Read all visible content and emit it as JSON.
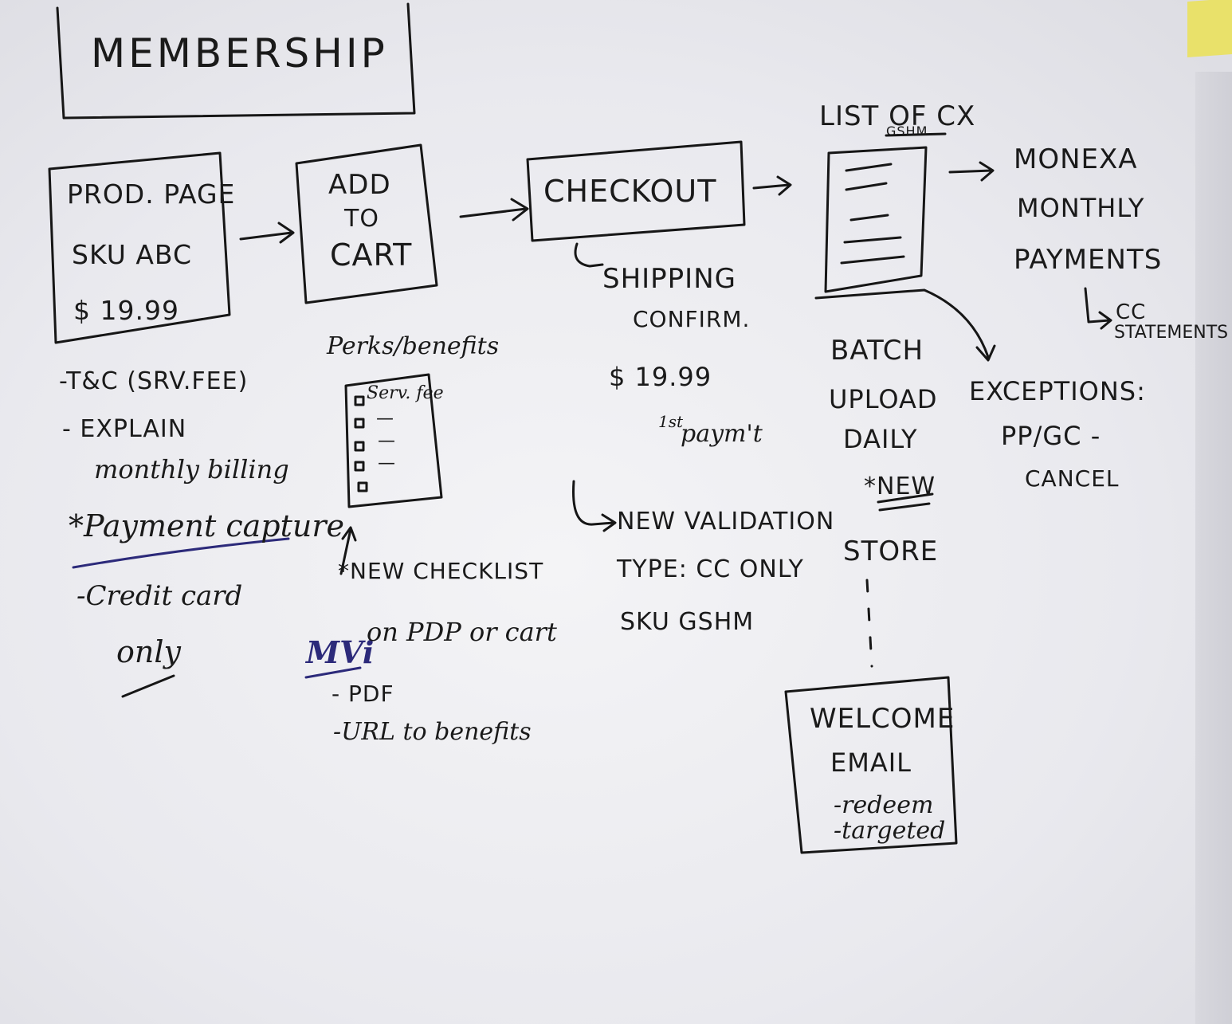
{
  "title": "MEMBERSHIP",
  "prod_page": {
    "line1": "PROD. PAGE",
    "line2": "SKU ABC",
    "line3": "$ 19.99"
  },
  "prod_notes": {
    "tc": "-T&C (SRV.FEE)",
    "explain": "- EXPLAIN",
    "billing": "monthly billing",
    "payment_capture": "*Payment capture",
    "credit_card": "-Credit card",
    "only": "only"
  },
  "add_to_cart": {
    "line1": "ADD",
    "line2": "TO",
    "line3": "CART"
  },
  "perks": {
    "heading": "Perks/benefits",
    "checklist": [
      "Serv. fee",
      "—",
      "—",
      "—",
      ""
    ],
    "new_checklist": "*NEW CHECKLIST",
    "mvi_label": "MVi",
    "mvi_rest": "on PDP or cart",
    "pdf": "- PDF",
    "url": "-URL to benefits"
  },
  "checkout": {
    "label": "CHECKOUT",
    "shipping": "SHIPPING",
    "confirm": "CONFIRM.",
    "price": "$ 19.99",
    "first_payment_sup": "1st",
    "first_payment": "paym't",
    "new_validation": "NEW VALIDATION",
    "type": "TYPE: CC ONLY",
    "sku": "SKU GSHM"
  },
  "list_of_cx": {
    "label": "LIST OF CX",
    "sub": "GSHM"
  },
  "batch": {
    "line1": "BATCH",
    "line2": "UPLOAD",
    "line3": "DAILY",
    "new": "*NEW",
    "store": "STORE"
  },
  "welcome": {
    "line1": "WELCOME",
    "line2": "EMAIL",
    "redeem": "-redeem",
    "targeted": "-targeted"
  },
  "monexa": {
    "line1": "MONEXA",
    "line2": "MONTHLY",
    "line3": "PAYMENTS",
    "cc": "CC",
    "statements": "STATEMENTS"
  },
  "exceptions": {
    "label": "EXCEPTIONS:",
    "ppgc": "PP/GC -",
    "cancel": "CANCEL"
  },
  "colors": {
    "ink": "#161616",
    "blue_ink": "#2c2a7a",
    "paper": "#ececf0",
    "sticky_note": "#e9e16a"
  }
}
